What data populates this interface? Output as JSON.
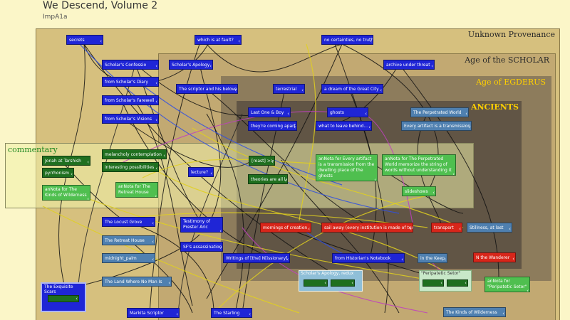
{
  "header": {
    "title": "We Descend, Volume 2",
    "subtitle": "ImpA1a"
  },
  "regions": {
    "unknown": "Unknown Provenance",
    "scholar": "Age of the SCHOLAR",
    "egderus": "Age of EGDERUS",
    "ancients": "ANCIENTS",
    "commentary": "commentary"
  },
  "nodes": {
    "secrets": "secrets",
    "which_fault": "which is at fault?",
    "no_certainties": "no certainties, no truth",
    "scholars_confession": "Scholar's Confessio",
    "scholars_apology": "Scholar's Apology",
    "archive_under_threat": "archive under threat",
    "from_scholars_diary": "from Scholar's Diary",
    "scriptor_beloved": "The scriptor and his beloved",
    "terrestrial": "terrestrial",
    "dream_great_city": "a dream of the Great City",
    "from_scholars_farewell": "from Scholar's Farewell",
    "from_scholars_visions": "from Scholar's Visions",
    "last_one_boy": "Last One & Boy",
    "ghosts": "ghosts",
    "perpetrated_world": "The Perpetrated World",
    "theyre_coming": "they're coming apart...",
    "what_leave_behind": "what to leave behind...",
    "every_artifact": "Every artifact is a transmission...",
    "jonah_tarshish": "Jonah at Tarshish",
    "melancholy": "melancholy contemplation",
    "pyrrhonism": "pyrrhonism",
    "interesting_possibilities": "interesting possibilities",
    "lecture": "lecture?",
    "roast": "[roast] >>",
    "anNota_every_artifact": "anNota for Every artifact is a transmission from the dwelling place of the ghosts",
    "anNota_perpetrated_world": "anNota for The Perpetrated World memorize the string of words without understanding it",
    "theories_lasts": "theories are all lasts",
    "anNota_kinds_wilderness": "anNota for The Kinds of Wilderness",
    "anNota_retreat_house": "anNota for The Retreat House",
    "slideshows": "slideshows",
    "locust_grove": "The Locust Grove",
    "testimony_prester": "Testimony of Prester Aric",
    "mornings_creation": "mornings of creation",
    "sail_away": "sail away (every institution is made of text)",
    "transport": "transport",
    "stillness_last": "Stillness, at last",
    "retreat_house": "The Retreat House",
    "sfs_assassination": "SF's assassination",
    "midnight_palm": "midnight_palm",
    "writings_missionary": "Writings of [the] N[issionary]",
    "from_historians_notebook": "from Historian's Notebook",
    "in_the_keep": "in the Keep",
    "n_wanderer": "N the Wanderer",
    "land_where_no_man": "The Land Where No Man Is",
    "scholars_apology_redux": "Scholar's Apology, redux",
    "peripatetic_setor": "\"Peripatetic Setor\"",
    "anNota_peripatetic": "anNota for \"Peripatetic Setor\"",
    "exquisite_scars": "The Exquisite Scars",
    "markita_scriptor": "Markita Scriptor",
    "the_starling": "The Starling",
    "kinds_wilderness": "The Kinds of Wilderness"
  },
  "colors": {
    "page_bg": "#fbf6c8",
    "unknown_bg": "#d6c07e",
    "scholar_bg": "#c2a972",
    "egderus_bg": "#8d7c5c",
    "ancients_bg": "#615545",
    "blue_node": "#1f25d6",
    "steel_node": "#4f80b0",
    "green_node": "#4fbf4f",
    "dark_green_node": "#1f6f1f",
    "red_node": "#d8261a",
    "title_gold": "#ffd000"
  }
}
